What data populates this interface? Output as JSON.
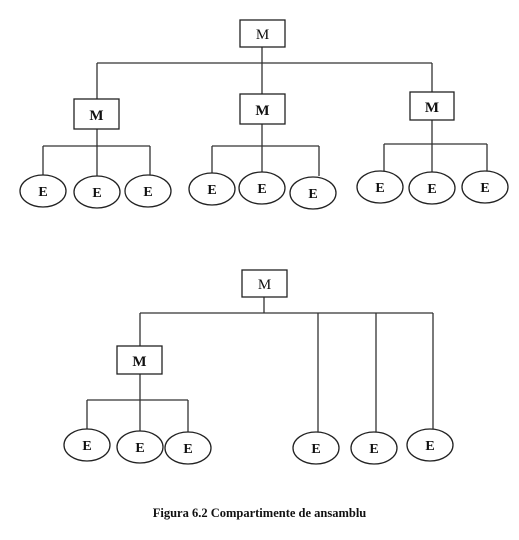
{
  "labels": {
    "module": "M",
    "element": "E"
  },
  "caption": "Figura 6.2  Compartimente de ansamblu"
}
